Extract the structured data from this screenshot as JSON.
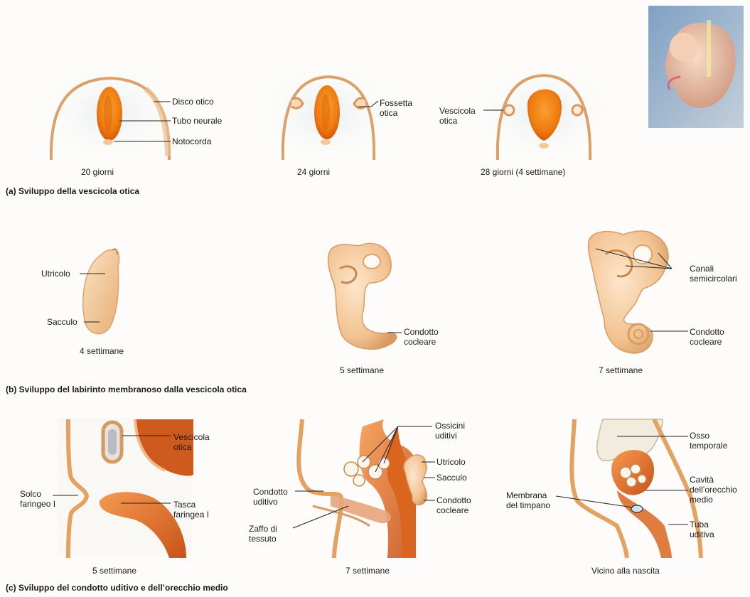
{
  "section_a": {
    "title": "(a) Sviluppo della vescicola otica",
    "stages": [
      "20 giorni",
      "24 giorni",
      "28 giorni (4 settimane)"
    ],
    "labels": {
      "disco_otico": "Disco otico",
      "tubo_neurale": "Tubo neurale",
      "notocorda": "Notocorda",
      "fossetta_otica": [
        "Fossetta",
        "otica"
      ],
      "vescicola_otica": [
        "Vescicola",
        "otica"
      ]
    }
  },
  "section_b": {
    "title": "(b) Sviluppo del labirinto membranoso dalla vescicola otica",
    "stages": [
      "4 settimane",
      "5 settimane",
      "7 settimane"
    ],
    "labels": {
      "utricolo": "Utricolo",
      "sacculo": "Sacculo",
      "condotto_cocleare": [
        "Condotto",
        "cocleare"
      ],
      "canali_semicircolari": [
        "Canali",
        "semicircolari"
      ]
    }
  },
  "section_c": {
    "title": "(c) Sviluppo del condotto uditivo e dell’orecchio medio",
    "stages": [
      "5 settimane",
      "7 settimane",
      "Vicino alla nascita"
    ],
    "labels": {
      "vescicola_otica": [
        "Vescicola",
        "otica"
      ],
      "solco_faringeo": [
        "Solco",
        "faringeo I"
      ],
      "tasca_faringea": [
        "Tasca",
        "faringea I"
      ],
      "ossicini_uditivi": [
        "Ossicini",
        "uditivi"
      ],
      "utricolo": "Utricolo",
      "sacculo": "Sacculo",
      "condotto_cocleare": [
        "Condotto",
        "cocleare"
      ],
      "condotto_uditivo": [
        "Condotto",
        "uditivo"
      ],
      "zaffo_di_tessuto": [
        "Zaffo di",
        "tessuto"
      ],
      "osso_temporale": [
        "Osso",
        "temporale"
      ],
      "cavita_orecchio_medio": [
        "Cavità",
        "dell’orecchio",
        "medio"
      ],
      "membrana_timpano": [
        "Membrana",
        "del timpano"
      ],
      "tuba_uditiva": [
        "Tuba",
        "uditiva"
      ]
    }
  },
  "colors": {
    "tissue_outline": "#d9985a",
    "neural_tube": "#f07a10",
    "labyrinth": "#f3c79a",
    "background": "#fdfcfa"
  }
}
